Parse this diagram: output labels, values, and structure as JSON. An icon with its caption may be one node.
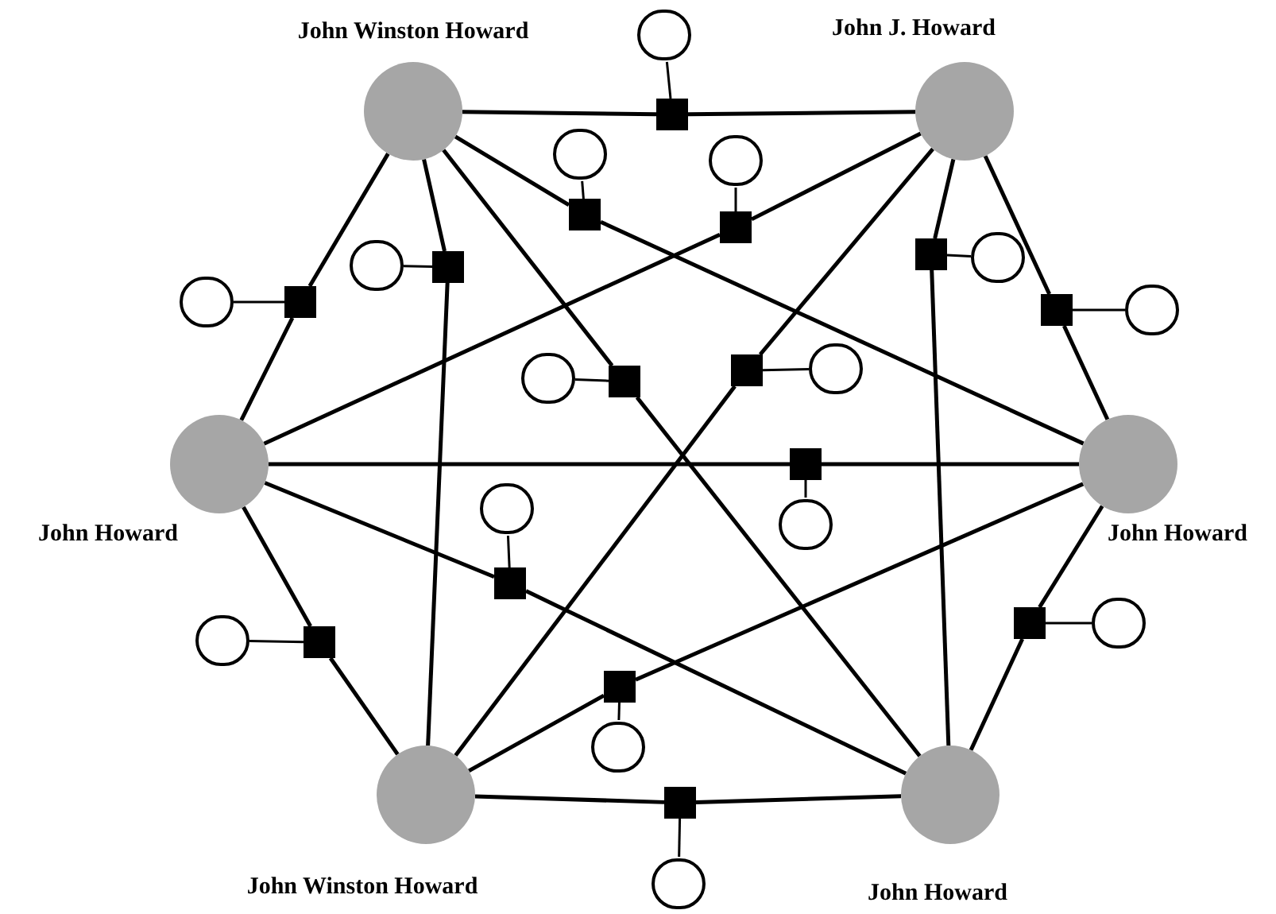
{
  "diagram": {
    "nodes": [
      {
        "text": [
          "John Winston Howard"
        ]
      },
      {
        "text": [
          "John J. Howard"
        ]
      },
      {
        "text": [
          "John Howard"
        ]
      },
      {
        "text": [
          "John Howard"
        ]
      },
      {
        "text": [
          "John Winston Howard"
        ]
      },
      {
        "text": [
          "John Howard"
        ]
      },
      {
        "text": [],
        "shape": "box"
      },
      {
        "text": [],
        "shape": "box"
      },
      {
        "text": [],
        "shape": "box"
      },
      {
        "text": [],
        "shape": "box"
      },
      {
        "text": [],
        "shape": "box"
      },
      {
        "text": [],
        "shape": "box"
      },
      {
        "text": [],
        "shape": "box"
      },
      {
        "text": [],
        "shape": "box"
      },
      {
        "text": [],
        "shape": "box"
      },
      {
        "text": [],
        "shape": "box"
      },
      {
        "text": [],
        "shape": "box"
      },
      {
        "text": [],
        "shape": "box"
      },
      {
        "text": [],
        "shape": "box"
      },
      {
        "text": [],
        "shape": "box"
      },
      {
        "text": [],
        "shape": "box"
      },
      {
        "text": [],
        "shape": "circle"
      },
      {
        "text": [],
        "shape": "circle"
      },
      {
        "text": [],
        "shape": "circle"
      },
      {
        "text": [],
        "shape": "circle"
      },
      {
        "text": [],
        "shape": "circle"
      },
      {
        "text": [],
        "shape": "circle"
      },
      {
        "text": [],
        "shape": "circle"
      },
      {
        "text": [],
        "shape": "circle"
      },
      {
        "text": [],
        "shape": "circle"
      },
      {
        "text": [],
        "shape": "circle"
      },
      {
        "text": [],
        "shape": "circle"
      },
      {
        "text": [],
        "shape": "circle"
      },
      {
        "text": [],
        "shape": "circle"
      },
      {
        "text": [],
        "shape": "circle"
      },
      {
        "text": [],
        "shape": "circle"
      }
    ],
    "edges": [
      {
        "from": 0,
        "to": 6,
        "arrow": "none"
      },
      {
        "from": 6,
        "to": 1,
        "arrow": "none"
      },
      {
        "from": 6,
        "to": 21,
        "arrow": "none"
      },
      {
        "from": 0,
        "to": 7,
        "arrow": "none"
      },
      {
        "from": 7,
        "to": 2,
        "arrow": "none"
      },
      {
        "from": 7,
        "to": 22,
        "arrow": "none"
      },
      {
        "from": 0,
        "to": 8,
        "arrow": "none"
      },
      {
        "from": 8,
        "to": 4,
        "arrow": "none"
      },
      {
        "from": 8,
        "to": 23,
        "arrow": "none"
      },
      {
        "from": 0,
        "to": 9,
        "arrow": "none"
      },
      {
        "from": 9,
        "to": 3,
        "arrow": "none"
      },
      {
        "from": 9,
        "to": 24,
        "arrow": "none"
      },
      {
        "from": 0,
        "to": 10,
        "arrow": "none"
      },
      {
        "from": 10,
        "to": 5,
        "arrow": "none"
      },
      {
        "from": 10,
        "to": 25,
        "arrow": "none"
      },
      {
        "from": 1,
        "to": 11,
        "arrow": "none"
      },
      {
        "from": 11,
        "to": 2,
        "arrow": "none"
      },
      {
        "from": 11,
        "to": 26,
        "arrow": "none"
      },
      {
        "from": 1,
        "to": 12,
        "arrow": "none"
      },
      {
        "from": 12,
        "to": 4,
        "arrow": "none"
      },
      {
        "from": 12,
        "to": 27,
        "arrow": "none"
      },
      {
        "from": 1,
        "to": 13,
        "arrow": "none"
      },
      {
        "from": 13,
        "to": 3,
        "arrow": "none"
      },
      {
        "from": 13,
        "to": 28,
        "arrow": "none"
      },
      {
        "from": 1,
        "to": 14,
        "arrow": "none"
      },
      {
        "from": 14,
        "to": 5,
        "arrow": "none"
      },
      {
        "from": 14,
        "to": 29,
        "arrow": "none"
      },
      {
        "from": 2,
        "to": 15,
        "arrow": "none"
      },
      {
        "from": 15,
        "to": 3,
        "arrow": "none"
      },
      {
        "from": 15,
        "to": 30,
        "arrow": "none"
      },
      {
        "from": 2,
        "to": 16,
        "arrow": "none"
      },
      {
        "from": 16,
        "to": 5,
        "arrow": "none"
      },
      {
        "from": 16,
        "to": 31,
        "arrow": "none"
      },
      {
        "from": 2,
        "to": 17,
        "arrow": "none"
      },
      {
        "from": 17,
        "to": 4,
        "arrow": "none"
      },
      {
        "from": 17,
        "to": 32,
        "arrow": "none"
      },
      {
        "from": 4,
        "to": 18,
        "arrow": "none"
      },
      {
        "from": 18,
        "to": 3,
        "arrow": "none"
      },
      {
        "from": 18,
        "to": 33,
        "arrow": "none"
      },
      {
        "from": 4,
        "to": 19,
        "arrow": "none"
      },
      {
        "from": 19,
        "to": 5,
        "arrow": "none"
      },
      {
        "from": 19,
        "to": 34,
        "arrow": "none"
      },
      {
        "from": 3,
        "to": 20,
        "arrow": "none"
      },
      {
        "from": 20,
        "to": 5,
        "arrow": "none"
      },
      {
        "from": 20,
        "to": 35,
        "arrow": "none"
      }
    ]
  }
}
